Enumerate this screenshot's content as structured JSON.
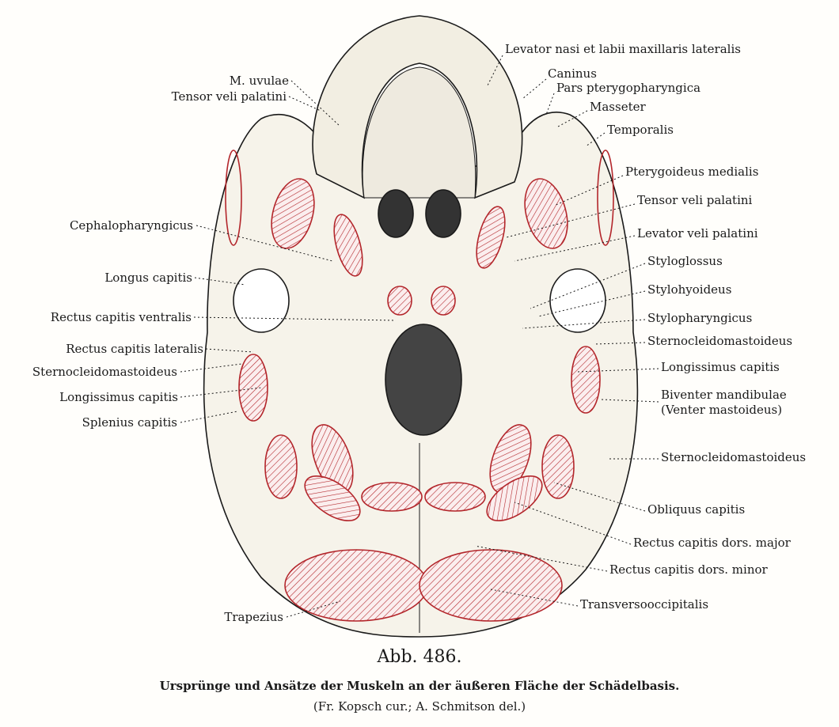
{
  "labels": {
    "left": [
      "M. uvulae",
      "Tensor veli palatini",
      "Cephalopharyngicus",
      "Longus capitis",
      "Rectus capitis ventralis",
      "Rectus capitis lateralis",
      "Sternocleidomastoideus",
      "Longissimus capitis",
      "Splenius capitis",
      "Trapezius"
    ],
    "right": [
      "Levator nasi et labii maxillaris lateralis",
      "Caninus",
      "Pars pterygopharyngica",
      "Masseter",
      "Temporalis",
      "Pterygoideus medialis",
      "Tensor veli palatini",
      "Levator veli palatini",
      "Styloglossus",
      "Stylohyoideus",
      "Stylopharyngicus",
      "Sternocleidomastoideus",
      "Longissimus capitis",
      "Biventer mandibulae",
      "(Venter mastoideus)",
      "Sternocleidomastoideus",
      "Obliquus capitis",
      "Rectus capitis dors. major",
      "Rectus capitis dors. minor",
      "Transversooccipitalis"
    ]
  },
  "caption": {
    "figure": "Abb. 486.",
    "title": "Ursprünge und Ansätze der Muskeln an der äußeren Fläche der Schädelbasis.",
    "credits": "(Fr. Kopsch cur.; A. Schmitson del.)"
  },
  "colors": {
    "muscle": "#b3262b",
    "bone": "#f6f3ea",
    "ink": "#1a1a1a"
  }
}
